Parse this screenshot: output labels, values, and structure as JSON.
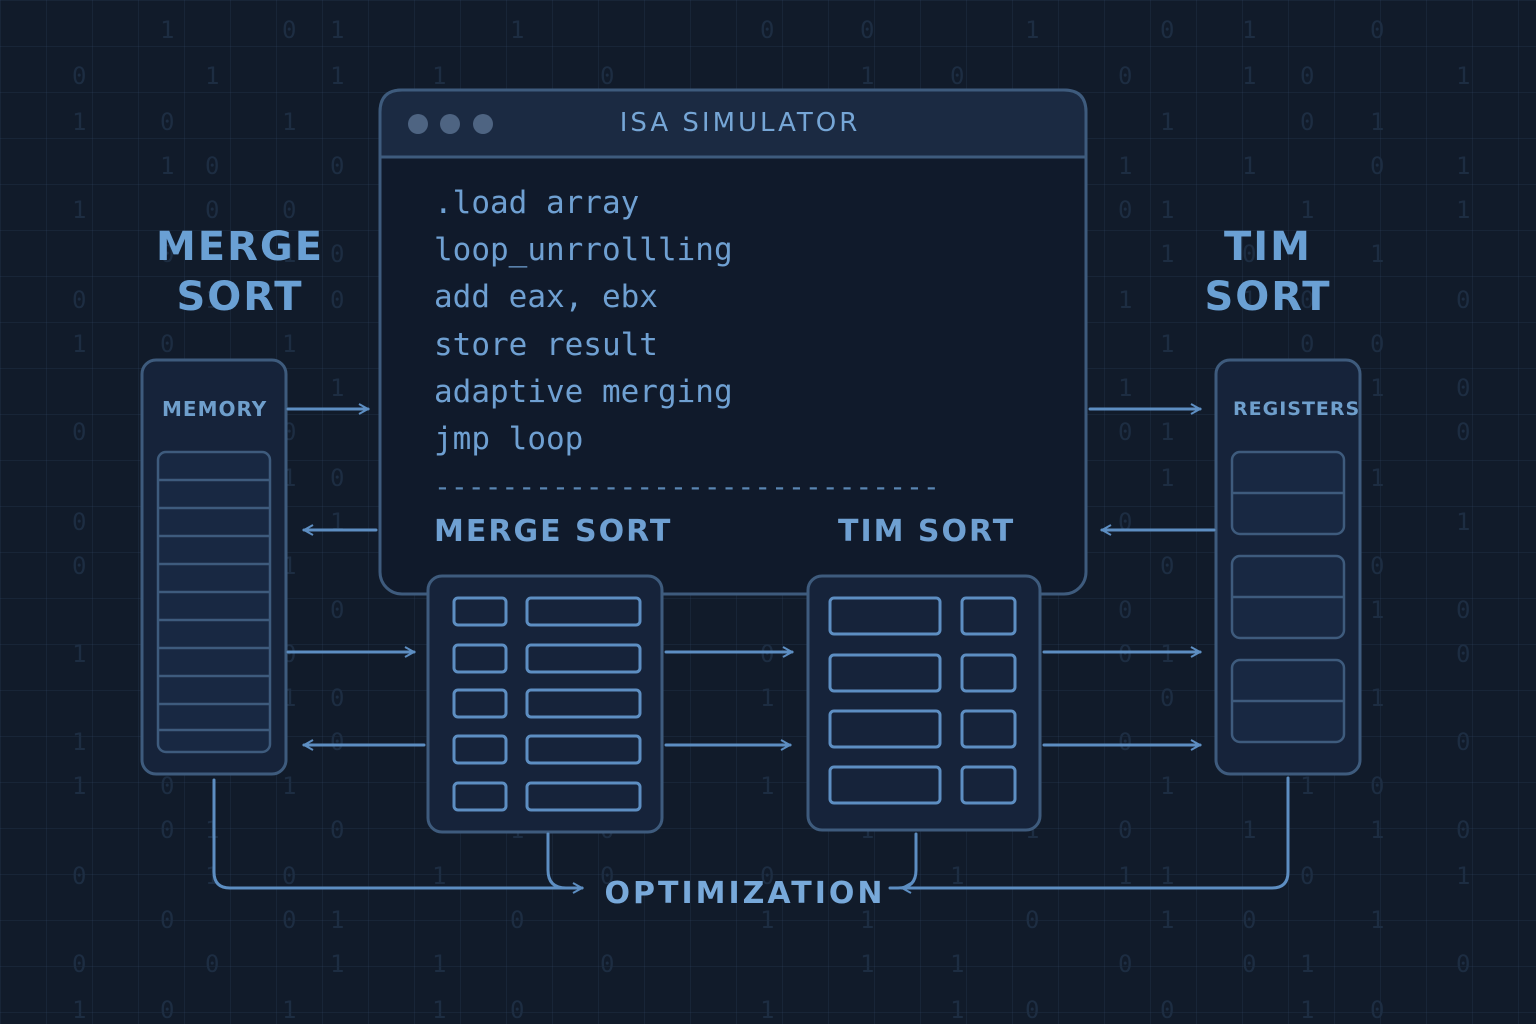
{
  "window": {
    "title": "ISA SIMULATOR",
    "dots": 3
  },
  "code": [
    ".load array",
    "loop_unrrollling",
    "add eax, ebx",
    "store result",
    "adaptive merging",
    "jmp loop"
  ],
  "divider": "------------------------------",
  "sections": {
    "merge_label": "MERGE SORT",
    "tim_label": "TIM SORT"
  },
  "left": {
    "heading_line1": "MERGE",
    "heading_line2": "SORT",
    "panel_label": "MEMORY"
  },
  "right": {
    "heading_line1": "TIM",
    "heading_line2": "SORT",
    "panel_label": "REGISTERS"
  },
  "bottom": {
    "label": "OPTIMIZATION"
  },
  "background_bits": "1 0 1 1 0 0 1 0 1 0 0 1 1 1 0 1 0 0 1 0 1 1 0 1 0 1 0 0 1 1 0 1 1 0 0 1 0 1 0 1",
  "colors": {
    "background": "#111b2a",
    "line": "#5d8ec2",
    "box_stroke": "#3e5b7d",
    "text": "#6fa0d2"
  }
}
